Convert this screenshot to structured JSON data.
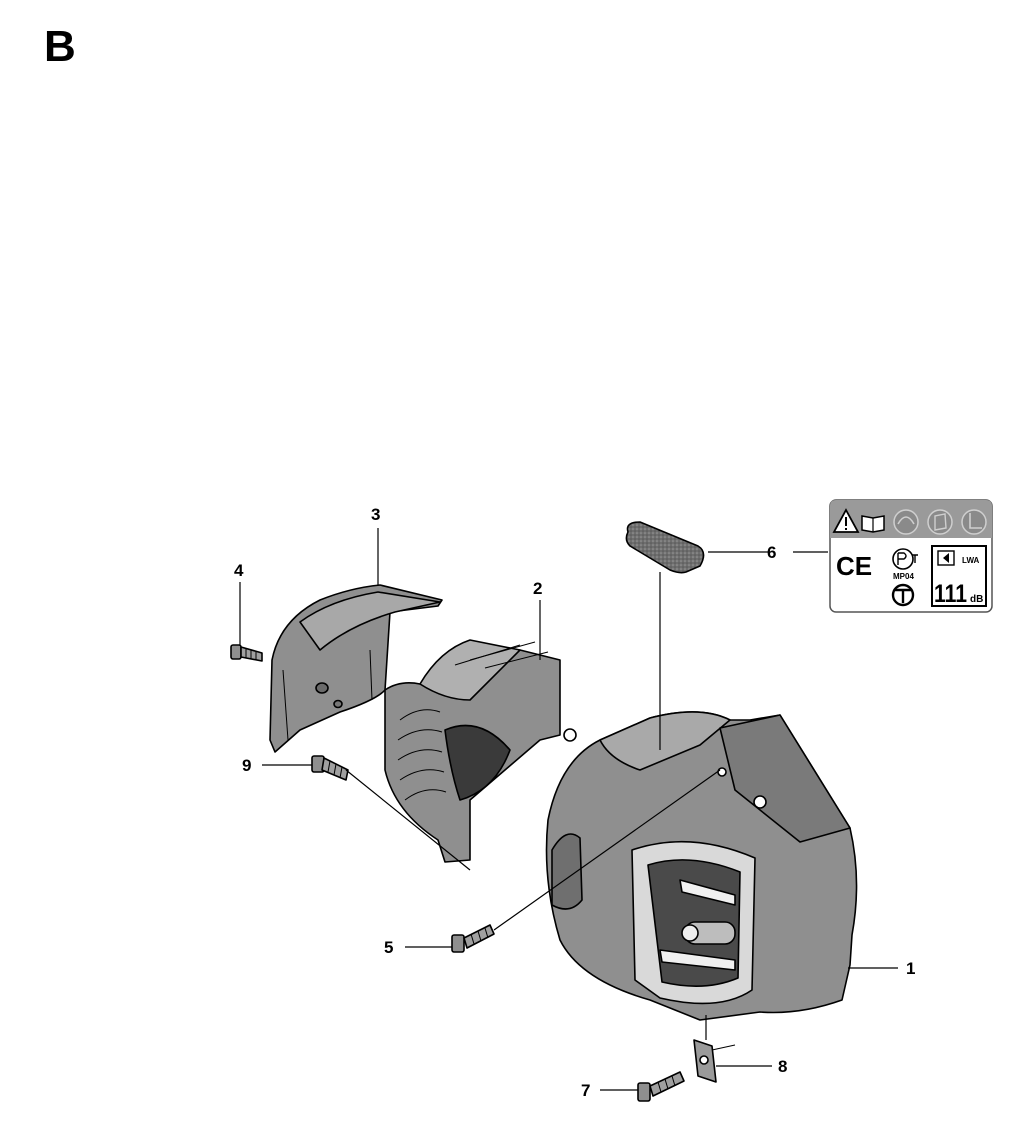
{
  "section_letter": "B",
  "callouts": [
    "1",
    "2",
    "3",
    "4",
    "5",
    "6",
    "7",
    "8",
    "9"
  ],
  "warning_label": {
    "marks": [
      "CE",
      "MP04",
      "111",
      "dB",
      "LWA"
    ],
    "icon_names": [
      "warning-triangle-icon",
      "manual-book-icon",
      "ear-protection-icon",
      "glove-icon",
      "boot-icon",
      "pct-cert-icon",
      "gost-cert-icon",
      "noise-level-icon"
    ]
  },
  "colors": {
    "part_fill": "#8f8f8f",
    "part_dark": "#4a4a4a",
    "label_grey": "#9a9a9a",
    "decal_fill": "#6e6e6e"
  }
}
